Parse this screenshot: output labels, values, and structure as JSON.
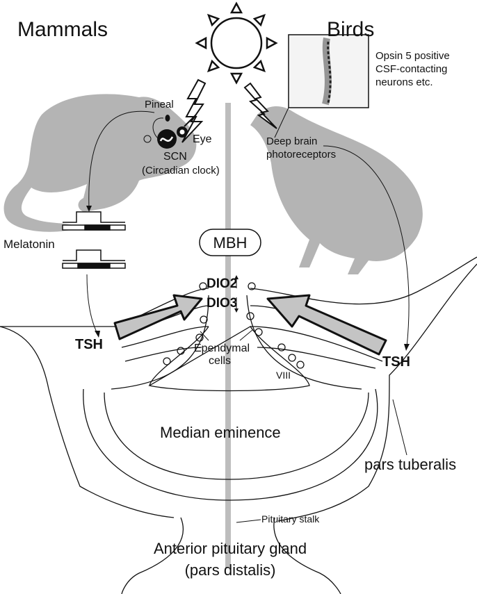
{
  "labels": {
    "mammals": "Mammals",
    "birds": "Birds",
    "opsin": [
      "Opsin 5 positive",
      "CSF-contacting",
      "neurons etc."
    ],
    "pineal": "Pineal",
    "eye": "Eye",
    "scn": "SCN",
    "circadian": "(Circadian clock)",
    "deep_brain": [
      "Deep brain",
      "photoreceptors"
    ],
    "melatonin": "Melatonin",
    "mbh": "MBH",
    "dio2": "DIO2",
    "dio3": "DIO3",
    "tsh_left": "TSH",
    "tsh_right": "TSH",
    "ependymal": [
      "Ependymal",
      "cells"
    ],
    "viii": "VIII",
    "median_eminence": "Median eminence",
    "pars_tuberalis": "pars tuberalis",
    "pituitary_stalk": "Pituitary stalk",
    "anterior_pituitary": [
      "Anterior pituitary gland",
      "(pars distalis)"
    ]
  },
  "colors": {
    "silhouette": "#b4b4b4",
    "axis": "#bdbdbd",
    "arrow_fill": "#c4c4c4",
    "ink": "#111111"
  }
}
